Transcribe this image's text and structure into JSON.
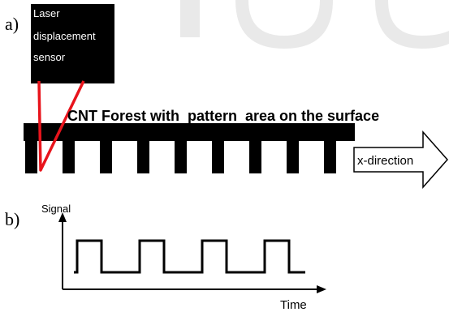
{
  "panel_a": {
    "label": "a)",
    "sensor": {
      "lines": [
        "Laser",
        "displacement",
        "sensor"
      ]
    },
    "forest_caption": "CNT Forest with  pattern  area on the surface",
    "direction_label": "x-direction",
    "pillar_count": 9
  },
  "panel_b": {
    "label": "b)",
    "y_axis_label": "Signal",
    "x_axis_label": "Time",
    "pulse_count": 4
  },
  "colors": {
    "sensor_fill": "#000000",
    "laser_beam": "#e8141c",
    "forest_fill": "#000000",
    "watermark": "#e9e9e9",
    "text": "#000000"
  }
}
